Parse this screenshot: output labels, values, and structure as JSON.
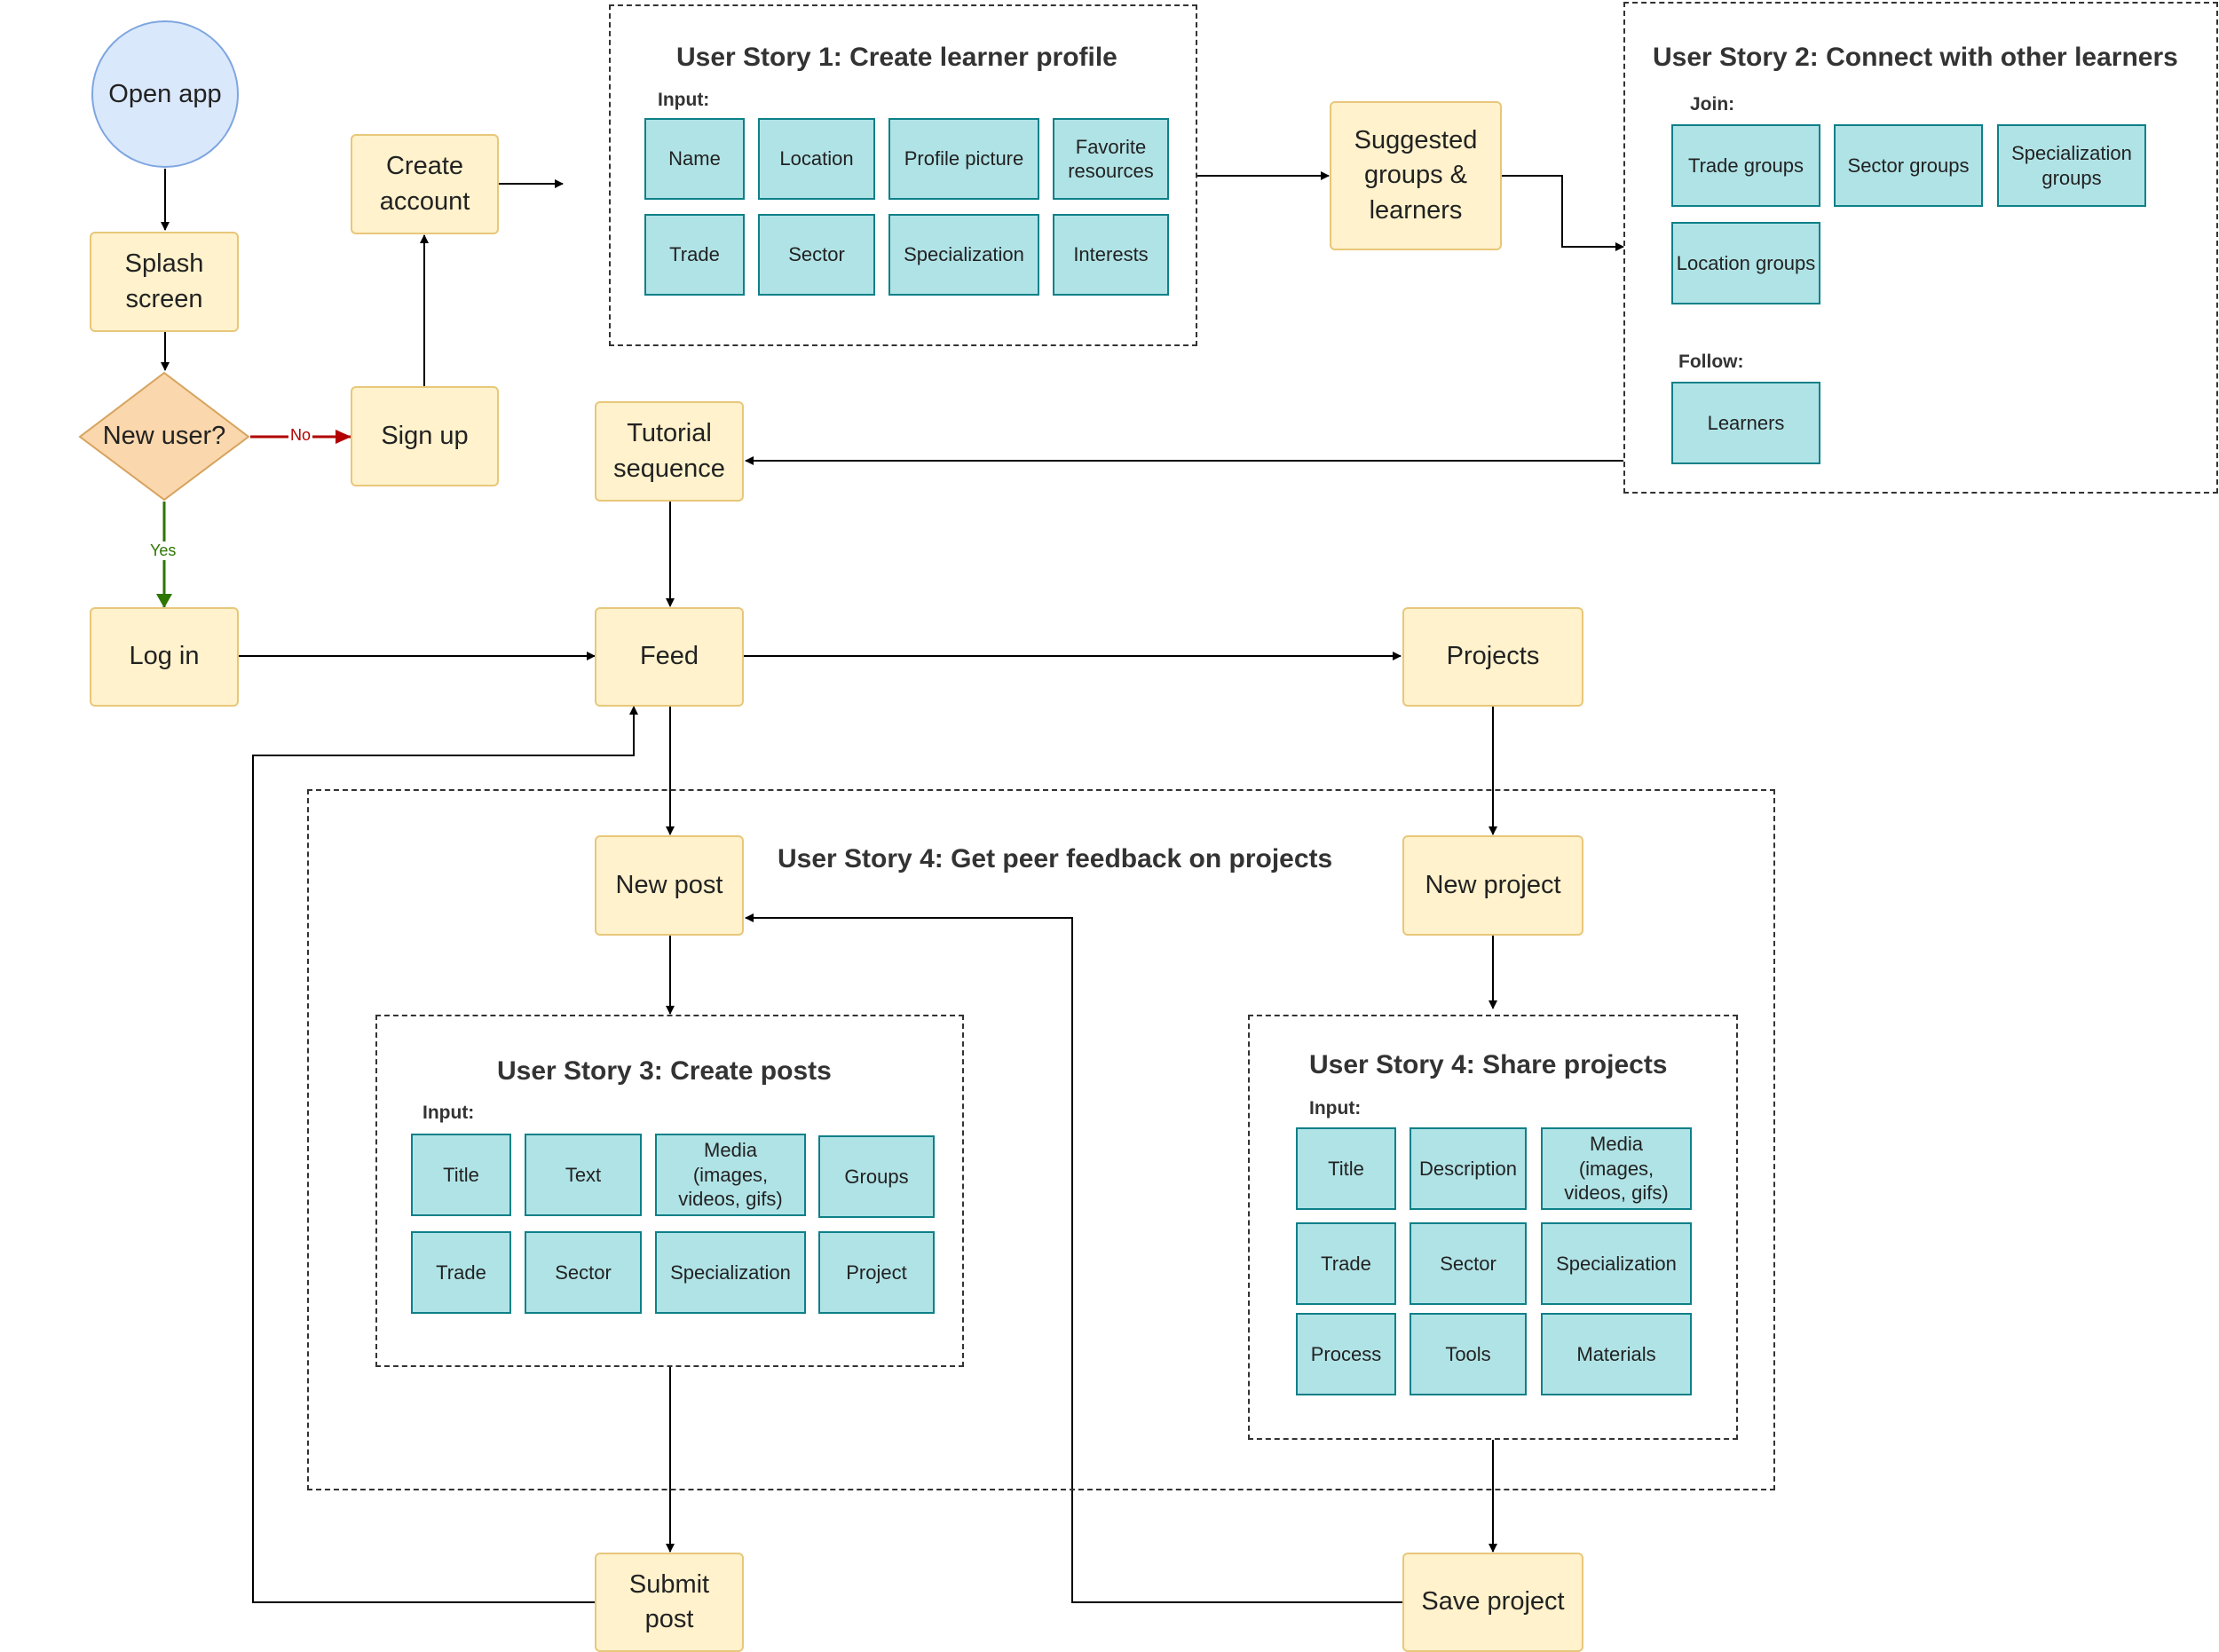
{
  "nodes": {
    "open_app": "Open app",
    "splash_screen": "Splash screen",
    "new_user": "New user?",
    "sign_up": "Sign up",
    "create_account": "Create account",
    "log_in": "Log in",
    "tutorial_sequence": "Tutorial sequence",
    "feed": "Feed",
    "projects": "Projects",
    "suggested": "Suggested groups & learners",
    "new_post": "New post",
    "new_project": "New project",
    "submit_post": "Submit post",
    "save_project": "Save project"
  },
  "edge_labels": {
    "no": "No",
    "yes": "Yes"
  },
  "story1": {
    "title": "User Story 1: Create learner profile",
    "input_label": "Input:",
    "fields": [
      "Name",
      "Location",
      "Profile picture",
      "Favorite resources",
      "Trade",
      "Sector",
      "Specialization",
      "Interests"
    ]
  },
  "story2": {
    "title": "User Story 2: Connect with other learners",
    "join_label": "Join:",
    "join": [
      "Trade groups",
      "Sector groups",
      "Specialization groups",
      "Location groups"
    ],
    "follow_label": "Follow:",
    "follow": [
      "Learners"
    ]
  },
  "story4_outer": {
    "title": "User Story 4: Get peer feedback on projects"
  },
  "story3": {
    "title": "User Story 3: Create posts",
    "input_label": "Input:",
    "fields": [
      "Title",
      "Text",
      "Media (images, videos, gifs)",
      "Groups",
      "Trade",
      "Sector",
      "Specialization",
      "Project"
    ]
  },
  "story4_share": {
    "title": "User Story 4: Share projects",
    "input_label": "Input:",
    "fields": [
      "Title",
      "Description",
      "Media (images, videos, gifs)",
      "Trade",
      "Sector",
      "Specialization",
      "Process",
      "Tools",
      "Materials"
    ]
  },
  "colors": {
    "process_fill": "#fff2cc",
    "process_stroke": "#e8c77a",
    "field_fill": "#b0e3e6",
    "field_stroke": "#0e8088",
    "start_fill": "#dae8fc",
    "decision_fill": "#fad7ac",
    "no_edge": "#b20000",
    "yes_edge": "#2d7600"
  }
}
